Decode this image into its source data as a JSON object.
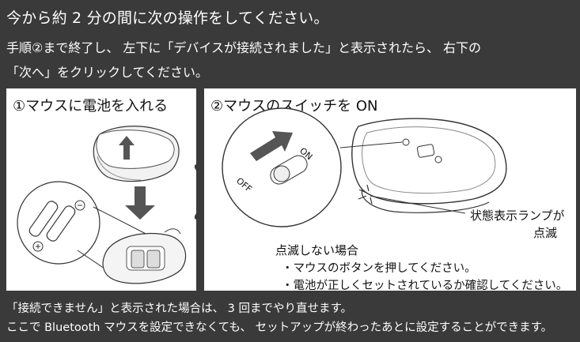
{
  "header": {
    "line1": "今から約 2 分の間に次の操作をしてください。",
    "line2": "手順②まで終了し、 左下に「デバイスが接続されました」と表示されたら、 右下の",
    "line3": "「次へ」をクリックしてください。"
  },
  "step1": {
    "title": "①マウスに電池を入れる"
  },
  "step2": {
    "title": "②マウスのスイッチを ON",
    "switch_on": "ON",
    "switch_off": "OFF",
    "lamp_label_1": "状態表示ランプが",
    "lamp_label_2": "点滅",
    "blink_title": "点滅しない場合",
    "blink_item1": "・マウスのボタンを押してください。",
    "blink_item2": "・電池が正しくセットされているか確認してください。"
  },
  "footer": {
    "line1": "「接続できません」と表示された場合は、 3 回までやり直せます。",
    "line2": "ここで Bluetooth マウスを設定できなくても、 セットアップが終わったあとに設定することができます。"
  }
}
